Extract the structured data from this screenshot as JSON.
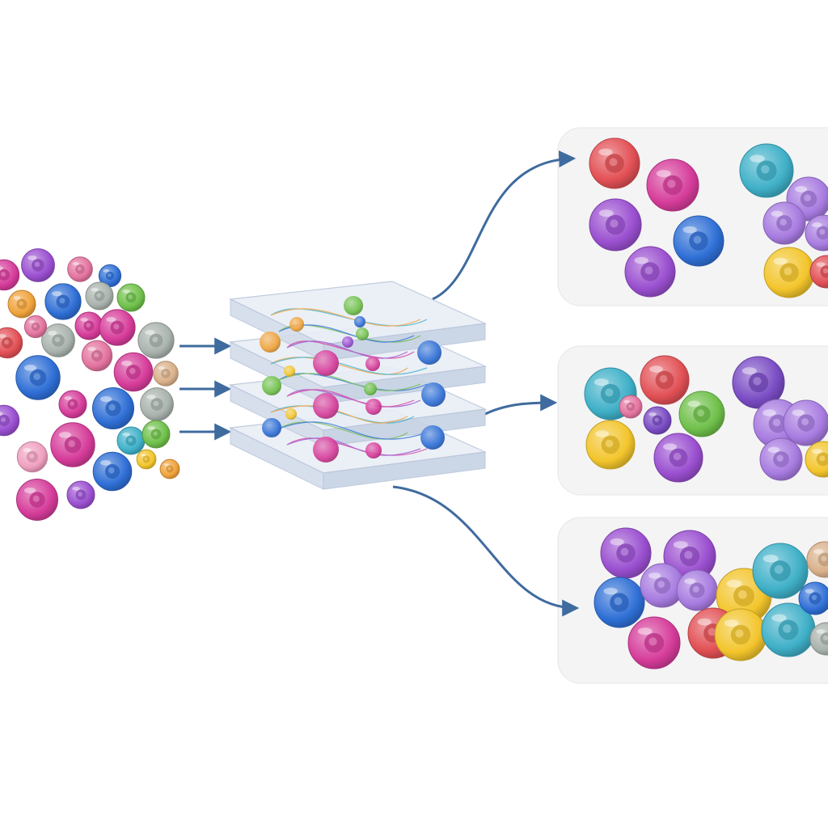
{
  "diagram": {
    "colors": {
      "arrow": "#3f6b9e",
      "panel_fill": "#f4f4f5",
      "panel_stroke": "#e6e6ea",
      "layer_top": "#e9eef6",
      "layer_side": "#d3dcea",
      "layer_edge": "#b9c6da"
    },
    "palette": {
      "magenta": "#d63c9a",
      "blue": "#2f6fd6",
      "purple": "#9a4fd0",
      "green": "#6fc04a",
      "orange": "#f0a23a",
      "gray": "#a9b3ad",
      "red": "#e25055",
      "pink": "#e3739f",
      "teal": "#3fb0c8",
      "yellow": "#f3c52c",
      "violet": "#7a4cc4",
      "lavender": "#a77be0",
      "tan": "#d9b08a",
      "lightpink": "#f0a0c0"
    },
    "input_cluster": {
      "label": "",
      "cells": [
        [
          "purple",
          0.6
        ],
        [
          "pink",
          0.45
        ],
        [
          "blue",
          0.4
        ],
        [
          "magenta",
          0.55
        ],
        [
          "orange",
          0.5
        ],
        [
          "blue",
          0.65
        ],
        [
          "gray",
          0.5
        ],
        [
          "green",
          0.5
        ],
        [
          "red",
          0.55
        ],
        [
          "magenta",
          0.5
        ],
        [
          "gray",
          0.6
        ],
        [
          "magenta",
          0.65
        ],
        [
          "gray",
          0.65
        ],
        [
          "pink",
          0.4
        ],
        [
          "blue",
          0.8
        ],
        [
          "pink",
          0.55
        ],
        [
          "magenta",
          0.7
        ],
        [
          "tan",
          0.45
        ],
        [
          "blue",
          0.75
        ],
        [
          "gray",
          0.6
        ],
        [
          "magenta",
          0.5
        ],
        [
          "purple",
          0.55
        ],
        [
          "magenta",
          0.8
        ],
        [
          "teal",
          0.5
        ],
        [
          "green",
          0.5
        ],
        [
          "blue",
          0.7
        ],
        [
          "yellow",
          0.35
        ],
        [
          "magenta",
          0.75
        ],
        [
          "purple",
          0.5
        ],
        [
          "lightpink",
          0.55
        ],
        [
          "orange",
          0.35
        ]
      ]
    },
    "model_stack": {
      "layers": 4,
      "node_colors": [
        "green",
        "blue",
        "orange",
        "magenta",
        "blue",
        "yellow",
        "green",
        "purple"
      ]
    },
    "output_groups": [
      {
        "name": "",
        "cells": [
          "red",
          "magenta",
          "purple",
          "blue",
          "purple",
          "teal",
          "lavender",
          "lavender",
          "lavender",
          "yellow",
          "red"
        ]
      },
      {
        "name": "",
        "cells": [
          "teal",
          "red",
          "pink",
          "violet",
          "green",
          "yellow",
          "purple",
          "violet",
          "lavender",
          "lavender",
          "lavender",
          "yellow"
        ]
      },
      {
        "name": "",
        "cells": [
          "purple",
          "purple",
          "blue",
          "lavender",
          "lavender",
          "yellow",
          "teal",
          "tan",
          "magenta",
          "red",
          "yellow",
          "teal",
          "blue",
          "gray"
        ]
      }
    ]
  }
}
